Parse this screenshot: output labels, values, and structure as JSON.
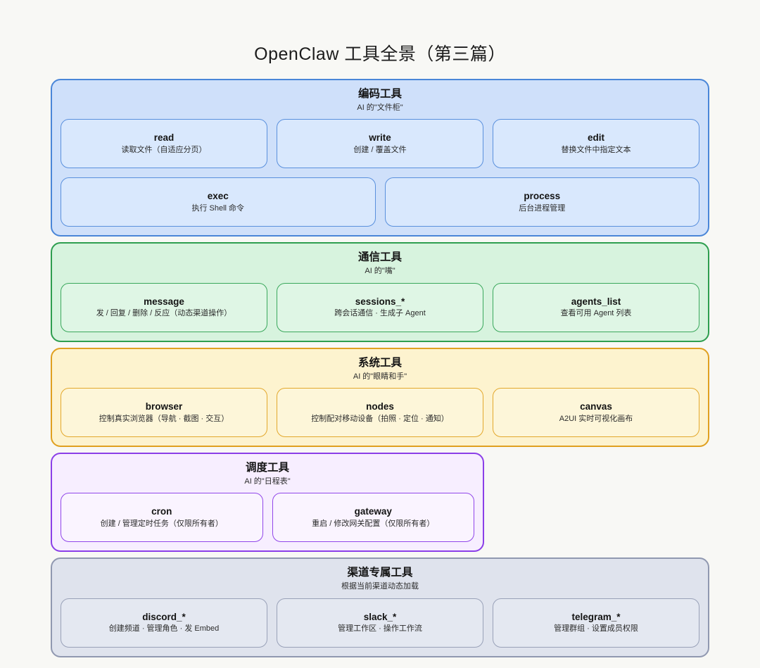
{
  "title": "OpenClaw 工具全景（第三篇）",
  "colors": {
    "page_background": "#f8f8f5",
    "coding_border": "#4a86d8",
    "coding_fill": "#cfe0fa",
    "comm_border": "#2e9e4f",
    "comm_fill": "#d7f3de",
    "system_border": "#e0a020",
    "system_fill": "#fdf3cf",
    "sched_border": "#8b3fe8",
    "sched_fill": "#f7eeff",
    "channel_border": "#9098b0",
    "channel_fill": "#dfe3ed"
  },
  "sections": [
    {
      "title": "编码工具",
      "subtitle": "AI 的\"文件柜\"",
      "rows": [
        [
          {
            "name": "read",
            "desc": "读取文件（自适应分页）"
          },
          {
            "name": "write",
            "desc": "创建 / 覆盖文件"
          },
          {
            "name": "edit",
            "desc": "替换文件中指定文本"
          }
        ],
        [
          {
            "name": "exec",
            "desc": "执行 Shell 命令"
          },
          {
            "name": "process",
            "desc": "后台进程管理"
          }
        ]
      ]
    },
    {
      "title": "通信工具",
      "subtitle": "AI 的\"嘴\"",
      "rows": [
        [
          {
            "name": "message",
            "desc": "发 / 回复 / 删除 / 反应（动态渠道操作）"
          },
          {
            "name": "sessions_*",
            "desc": "跨会话通信 · 生成子 Agent"
          },
          {
            "name": "agents_list",
            "desc": "查看可用 Agent 列表"
          }
        ]
      ]
    },
    {
      "title": "系统工具",
      "subtitle": "AI 的\"眼睛和手\"",
      "rows": [
        [
          {
            "name": "browser",
            "desc": "控制真实浏览器（导航 · 截图 · 交互）"
          },
          {
            "name": "nodes",
            "desc": "控制配对移动设备（拍照 · 定位 · 通知）"
          },
          {
            "name": "canvas",
            "desc": "A2UI 实时可视化画布"
          }
        ]
      ]
    },
    {
      "title": "调度工具",
      "subtitle": "AI 的\"日程表\"",
      "rows": [
        [
          {
            "name": "cron",
            "desc": "创建 / 管理定时任务（仅限所有者）"
          },
          {
            "name": "gateway",
            "desc": "重启 / 修改网关配置（仅限所有者）"
          }
        ]
      ]
    },
    {
      "title": "渠道专属工具",
      "subtitle": "根据当前渠道动态加载",
      "rows": [
        [
          {
            "name": "discord_*",
            "desc": "创建频道 · 管理角色 · 发 Embed"
          },
          {
            "name": "slack_*",
            "desc": "管理工作区 · 操作工作流"
          },
          {
            "name": "telegram_*",
            "desc": "管理群组 · 设置成员权限"
          }
        ]
      ]
    }
  ]
}
